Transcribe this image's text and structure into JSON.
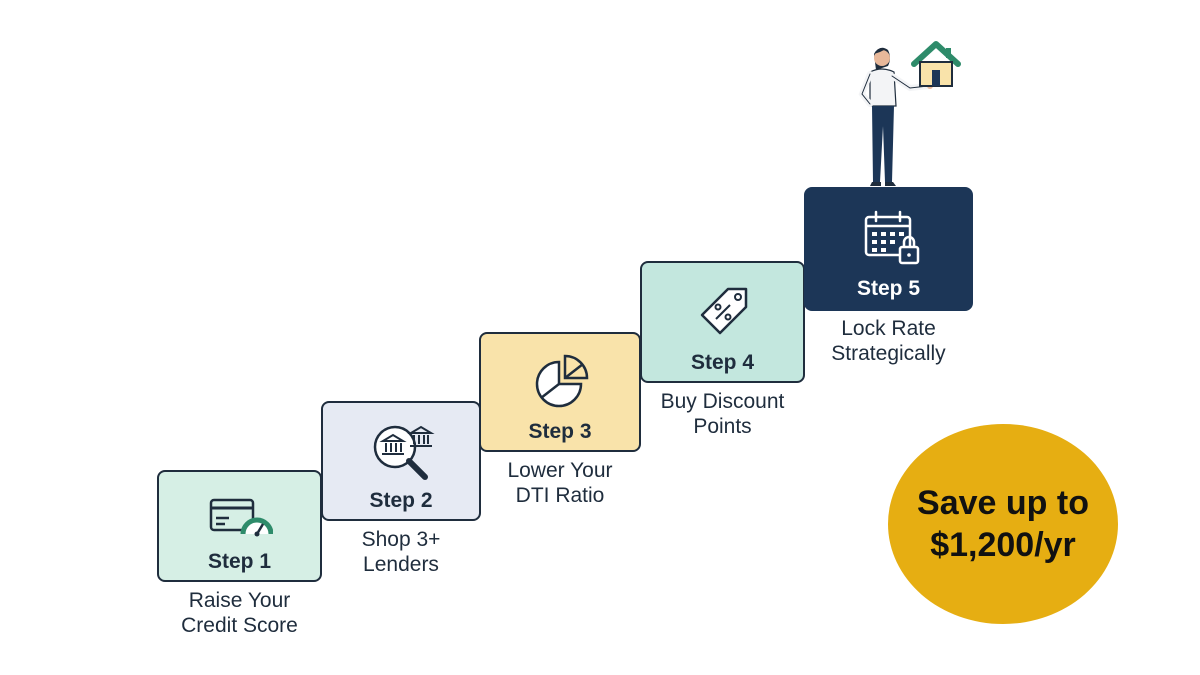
{
  "steps": [
    {
      "label": "Step 1",
      "desc_line1": "Raise Your",
      "desc_line2": "Credit Score",
      "icon": "credit-card-gauge-icon"
    },
    {
      "label": "Step 2",
      "desc_line1": "Shop 3+",
      "desc_line2": "Lenders",
      "icon": "bank-magnifier-icon"
    },
    {
      "label": "Step 3",
      "desc_line1": "Lower Your",
      "desc_line2": "DTI Ratio",
      "icon": "pie-chart-icon"
    },
    {
      "label": "Step 4",
      "desc_line1": "Buy Discount",
      "desc_line2": "Points",
      "icon": "percent-tag-icon"
    },
    {
      "label": "Step 5",
      "desc_line1": "Lock Rate",
      "desc_line2": "Strategically",
      "icon": "calendar-lock-icon"
    }
  ],
  "badge": {
    "line1": "Save up to",
    "line2": "$1,200/yr"
  },
  "colors": {
    "step1": "#d6efe5",
    "step2": "#e6eaf3",
    "step3": "#f9e3aa",
    "step4": "#c3e7de",
    "step5": "#1c3657",
    "badge": "#e6ae12",
    "accent_green": "#2e8b6a",
    "outline": "#1f2d3d"
  }
}
